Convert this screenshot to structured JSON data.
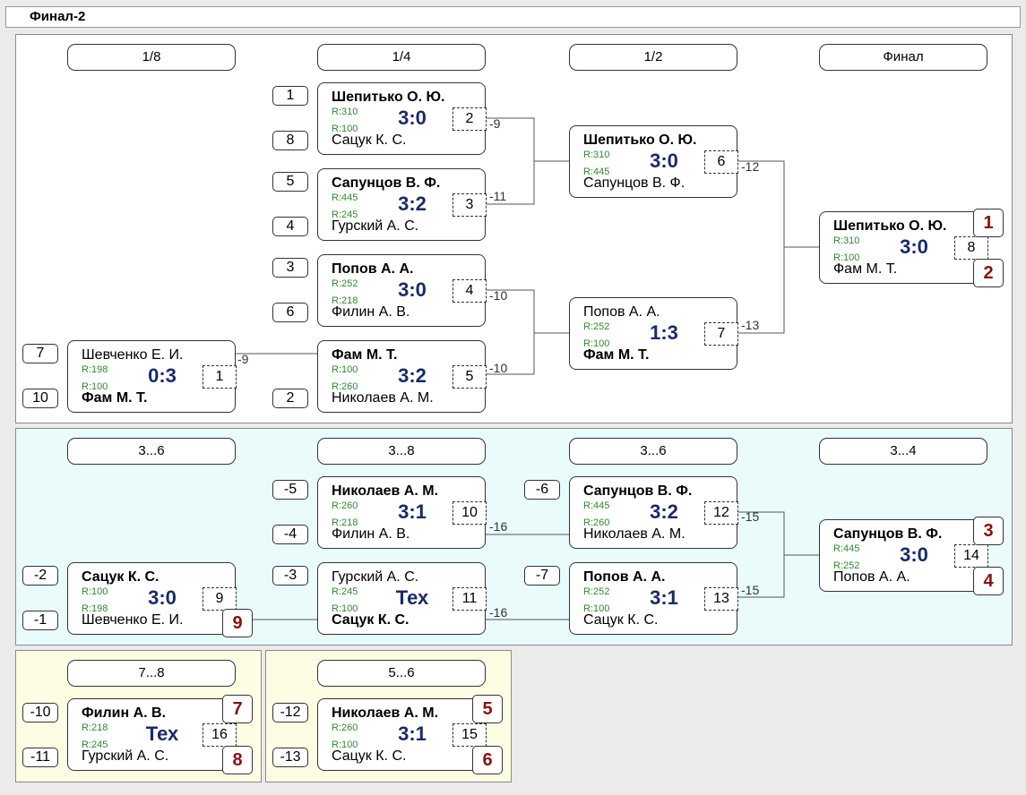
{
  "title": "Финал-2",
  "main_rounds": [
    "1/8",
    "1/4",
    "1/2",
    "Финал"
  ],
  "cons_rounds": [
    "3...6",
    "3...8",
    "3...6",
    "3...4"
  ],
  "p78_round": "7...8",
  "p56_round": "5...6",
  "matches": [
    {
      "p1": "Шевченко Е. И.",
      "p1w": false,
      "r1": "R:198",
      "p2": "Фам М. Т.",
      "p2w": true,
      "r2": "R:100",
      "score": "0:3",
      "num": "1"
    },
    {
      "p1": "Шепитько О. Ю.",
      "p1w": true,
      "r1": "R:310",
      "p2": "Сацук К. С.",
      "p2w": false,
      "r2": "R:100",
      "score": "3:0",
      "num": "2"
    },
    {
      "p1": "Сапунцов В. Ф.",
      "p1w": true,
      "r1": "R:445",
      "p2": "Гурский А. С.",
      "p2w": false,
      "r2": "R:245",
      "score": "3:2",
      "num": "3"
    },
    {
      "p1": "Попов А. А.",
      "p1w": true,
      "r1": "R:252",
      "p2": "Филин А. В.",
      "p2w": false,
      "r2": "R:218",
      "score": "3:0",
      "num": "4"
    },
    {
      "p1": "Фам М. Т.",
      "p1w": true,
      "r1": "R:100",
      "p2": "Николаев А. М.",
      "p2w": false,
      "r2": "R:260",
      "score": "3:2",
      "num": "5"
    },
    {
      "p1": "Шепитько О. Ю.",
      "p1w": true,
      "r1": "R:310",
      "p2": "Сапунцов В. Ф.",
      "p2w": false,
      "r2": "R:445",
      "score": "3:0",
      "num": "6"
    },
    {
      "p1": "Попов А. А.",
      "p1w": false,
      "r1": "R:252",
      "p2": "Фам М. Т.",
      "p2w": true,
      "r2": "R:100",
      "score": "1:3",
      "num": "7"
    },
    {
      "p1": "Шепитько О. Ю.",
      "p1w": true,
      "r1": "R:310",
      "p2": "Фам М. Т.",
      "p2w": false,
      "r2": "R:100",
      "score": "3:0",
      "num": "8"
    },
    {
      "p1": "Сацук К. С.",
      "p1w": true,
      "r1": "R:100",
      "p2": "Шевченко Е. И.",
      "p2w": false,
      "r2": "R:198",
      "score": "3:0",
      "num": "9"
    },
    {
      "p1": "Николаев А. М.",
      "p1w": true,
      "r1": "R:260",
      "p2": "Филин А. В.",
      "p2w": false,
      "r2": "R:218",
      "score": "3:1",
      "num": "10"
    },
    {
      "p1": "Гурский А. С.",
      "p1w": false,
      "r1": "R:245",
      "p2": "Сацук К. С.",
      "p2w": true,
      "r2": "R:100",
      "score": "Тех",
      "num": "11"
    },
    {
      "p1": "Сапунцов В. Ф.",
      "p1w": true,
      "r1": "R:445",
      "p2": "Николаев А. М.",
      "p2w": false,
      "r2": "R:260",
      "score": "3:2",
      "num": "12"
    },
    {
      "p1": "Попов А. А.",
      "p1w": true,
      "r1": "R:252",
      "p2": "Сацук К. С.",
      "p2w": false,
      "r2": "R:100",
      "score": "3:1",
      "num": "13"
    },
    {
      "p1": "Сапунцов В. Ф.",
      "p1w": true,
      "r1": "R:445",
      "p2": "Попов А. А.",
      "p2w": false,
      "r2": "R:252",
      "score": "3:0",
      "num": "14"
    },
    {
      "p1": "Николаев А. М.",
      "p1w": true,
      "r1": "R:260",
      "p2": "Сацук К. С.",
      "p2w": false,
      "r2": "R:100",
      "score": "3:1",
      "num": "15"
    },
    {
      "p1": "Филин А. В.",
      "p1w": true,
      "r1": "R:218",
      "p2": "Гурский А. С.",
      "p2w": false,
      "r2": "R:245",
      "score": "Тех",
      "num": "16"
    }
  ],
  "seeds": [
    "7",
    "10",
    "1",
    "8",
    "5",
    "4",
    "3",
    "6",
    "2",
    "-5",
    "-4",
    "-6",
    "-2",
    "-1",
    "-3",
    "-7",
    "-10",
    "-11",
    "-12",
    "-13"
  ],
  "places": [
    "1",
    "2",
    "3",
    "4",
    "9",
    "7",
    "8",
    "5",
    "6"
  ],
  "links": [
    "-9",
    "-9",
    "-11",
    "-10",
    "-10",
    "-12",
    "-13",
    "-16",
    "-16",
    "-15",
    "-15"
  ]
}
